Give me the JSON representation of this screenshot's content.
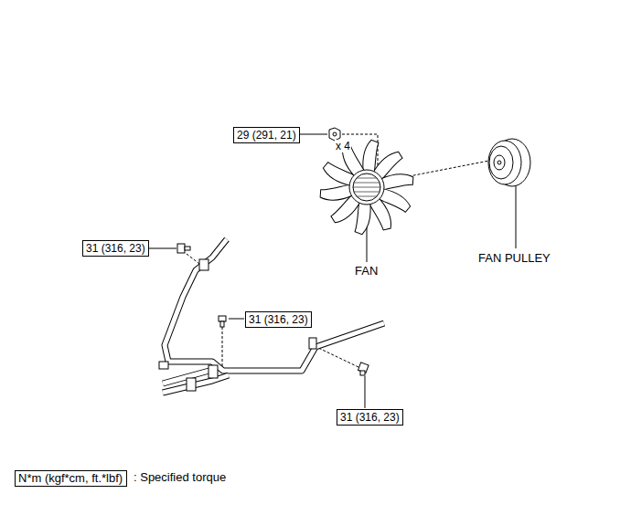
{
  "diagram": {
    "nodes": [
      {
        "text": [
          "29 (291, 21)"
        ]
      },
      {
        "text": [
          "31 (316, 23)"
        ]
      },
      {
        "text": [
          "31 (316, 23)"
        ]
      },
      {
        "text": [
          "31 (316, 23)"
        ]
      },
      {
        "text": [
          "N*m (kgf*cm, ft.*lbf)"
        ]
      }
    ],
    "labels": [
      "x 4",
      "FAN",
      "FAN PULLEY",
      ": Specified torque"
    ]
  }
}
